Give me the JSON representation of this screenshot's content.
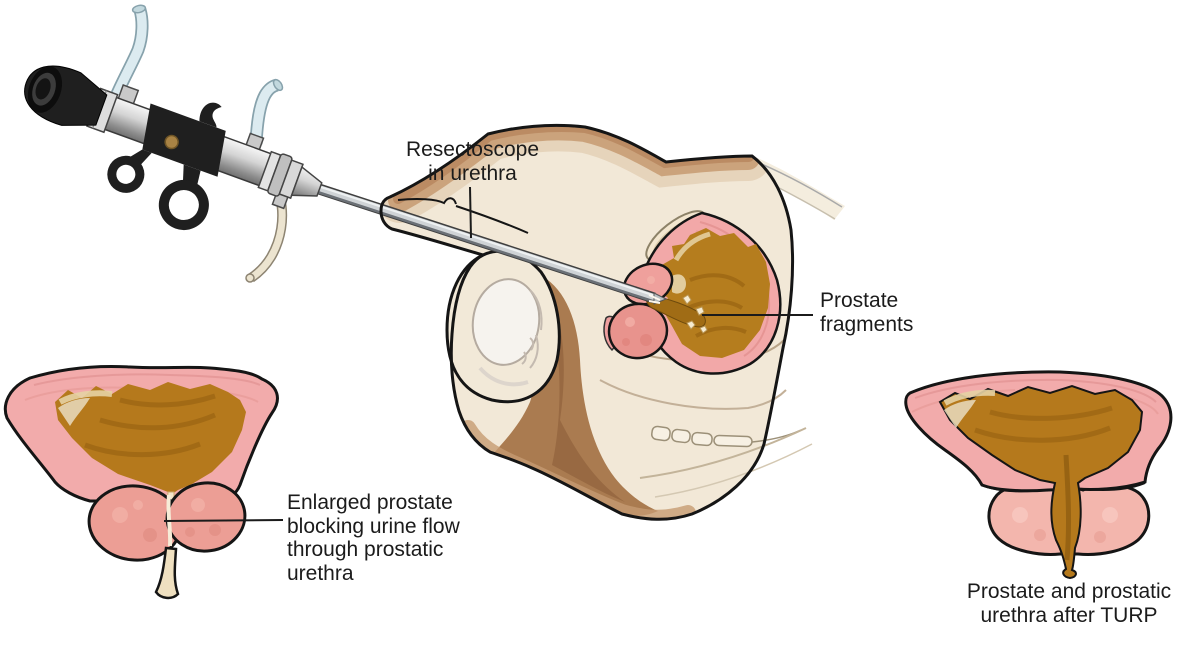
{
  "labels": {
    "resectoscope_in_urethra": {
      "lines": [
        "Resectoscope",
        "in urethra"
      ]
    },
    "prostate_fragments": {
      "lines": [
        "Prostate",
        "fragments"
      ]
    },
    "enlarged_prostate": {
      "lines": [
        "Enlarged prostate",
        "blocking urine flow",
        "through prostatic",
        "urethra"
      ]
    },
    "after_turp": {
      "lines": [
        "Prostate and prostatic",
        "urethra after TURP"
      ]
    }
  },
  "colors": {
    "background": "#ffffff",
    "outline": "#151515",
    "label_text": "#1b1b1b",
    "body_cream": "#f2e8d7",
    "tan_shade": "#c2946e",
    "perineum_brown": "#a97b4f",
    "bladder_wall_pink": "#f2a8a8",
    "urine_brown": "#b57d1e",
    "urine_dark": "#8f5c0e",
    "prostate_salmon": "#ec9d94",
    "prostate_light_post_turp": "#f3b6ad",
    "testicle_white": "#f6f3ee",
    "scope_metal": "#cfcfcf",
    "scope_black": "#1c1c1c",
    "irrigation_tube_blue": "#dcebf0",
    "gold_dot": "#a98344"
  }
}
